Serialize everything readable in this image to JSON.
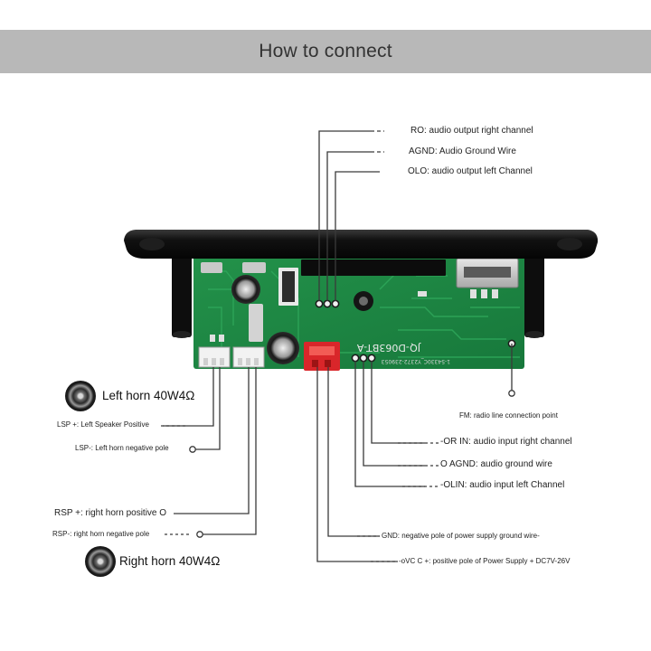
{
  "header": {
    "title": "How to connect"
  },
  "board": {
    "silkscreen_model": "JQ-D063BT-A",
    "silkscreen_code": "1-54330C_Y2372-239053"
  },
  "top_labels": {
    "ro": "RO: audio output right channel",
    "agnd": "AGND: Audio Ground Wire",
    "olo": "OLO: audio output left Channel"
  },
  "right_labels": {
    "fm": "FM: radio line connection point",
    "r_in": "-OR IN: audio input right channel",
    "agnd2": "O AGND: audio ground wire",
    "lin": "-OLIN: audio input left Channel"
  },
  "bottom_labels": {
    "gnd": "GND: negative pole of power supply ground wire-",
    "vcc": "-oVC C +: positive pole of Power Supply + DC7V-26V"
  },
  "left_labels": {
    "left_horn": "Left horn 40W4Ω",
    "lsp_pos": "LSP +: Left Speaker Positive",
    "lsp_neg": "LSP-: Left horn negative pole",
    "rsp_pos": "RSP +: right horn positive O",
    "rsp_neg": "RSP-: right horn negative pole",
    "right_horn": "Right horn 40W4Ω"
  },
  "colors": {
    "header_bg": "#b8b8b8",
    "pcb_green": "#1f8a45",
    "bezel_black": "#141414",
    "power_connector": "#d9262a",
    "line": "#3a3a3a"
  }
}
